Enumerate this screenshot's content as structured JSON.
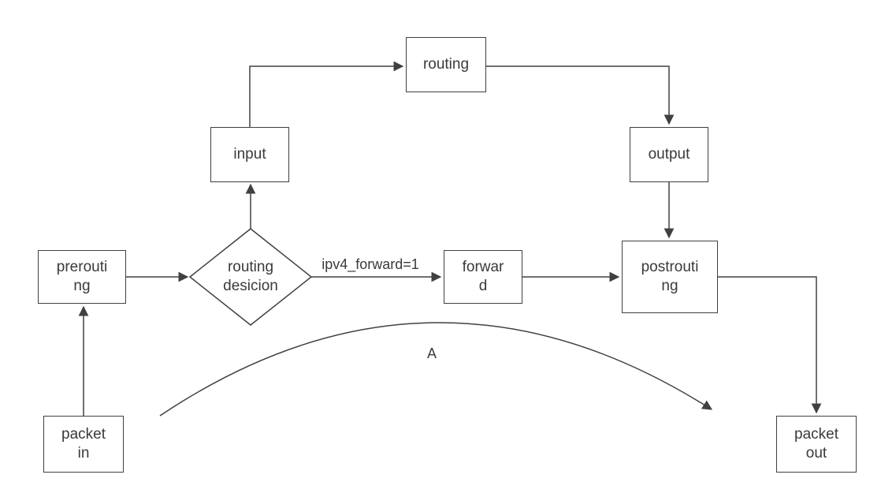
{
  "nodes": {
    "routing": {
      "label": "routing"
    },
    "input": {
      "label": "input"
    },
    "output": {
      "label": "output"
    },
    "prerouting": {
      "line1": "prerouti",
      "line2": "ng"
    },
    "decision": {
      "line1": "routing",
      "line2": "desicion"
    },
    "forward": {
      "line1": "forwar",
      "line2": "d"
    },
    "postrouting": {
      "line1": "postrouti",
      "line2": "ng"
    },
    "packet_in": {
      "line1": "packet",
      "line2": "in"
    },
    "packet_out": {
      "line1": "packet",
      "line2": "out"
    }
  },
  "edge_labels": {
    "forward_condition": "ipv4_forward=1",
    "curve": "A"
  },
  "colors": {
    "stroke": "#404040",
    "text": "#3a3a3a",
    "background": "#ffffff"
  }
}
